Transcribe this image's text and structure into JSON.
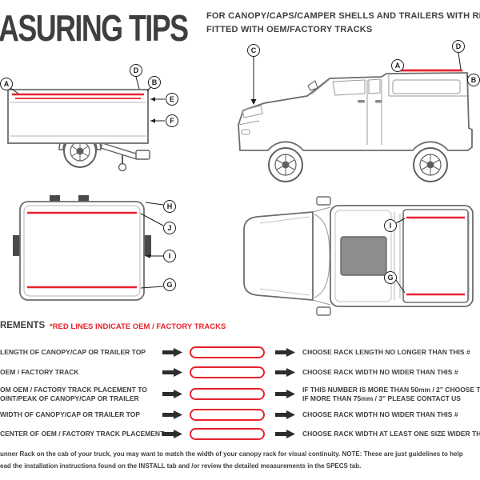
{
  "header": {
    "title": "ASURING TIPS",
    "subtitle_line1": "FOR CANOPY/CAPS/CAMPER SHELLS AND TRAILERS WITH RE",
    "subtitle_line2": "FITTED WITH OEM/FACTORY TRACKS"
  },
  "diagrams": {
    "trailer_side": {
      "callouts": [
        {
          "label": "A"
        },
        {
          "label": "D"
        },
        {
          "label": "B"
        },
        {
          "label": "E"
        },
        {
          "label": "F"
        }
      ]
    },
    "truck_side": {
      "callouts": [
        {
          "label": "C"
        },
        {
          "label": "A"
        },
        {
          "label": "D"
        },
        {
          "label": "B"
        }
      ]
    },
    "trailer_top": {
      "callouts": [
        {
          "label": "H"
        },
        {
          "label": "J"
        },
        {
          "label": "I"
        },
        {
          "label": "G"
        }
      ]
    },
    "truck_top": {
      "callouts": [
        {
          "label": "I"
        },
        {
          "label": "G"
        }
      ]
    }
  },
  "measurements": {
    "heading": "REMENTS",
    "legend": "*RED LINES INDICATE OEM / FACTORY TRACKS",
    "rows": [
      {
        "label": "LENGTH OF CANOPY/CAP OR TRAILER TOP",
        "result": "CHOOSE RACK LENGTH NO LONGER THAN THIS #"
      },
      {
        "label": "OEM / FACTORY TRACK",
        "result": "CHOOSE RACK WIDTH NO WIDER THAN THIS #"
      },
      {
        "label": "OM OEM / FACTORY TRACK PLACEMENT TO",
        "label2": "OINT/PEAK OF CANOPY/CAP OR TRAILER",
        "result": "IF THIS NUMBER IS MORE THAN 50mm / 2\" CHOOSE TH",
        "result2": "IF MORE THAN 75mm / 3\" PLEASE CONTACT US"
      },
      {
        "label": "WIDTH OF CANOPY/CAP OR TRAILER TOP",
        "result": "CHOOSE RACK WIDTH NO WIDER THAN THIS #"
      },
      {
        "label": "CENTER OF OEM / FACTORY TRACK PLACEMENT",
        "result": "CHOOSE RACK WIDTH AT LEAST ONE SIZE WIDER THA"
      }
    ]
  },
  "footnote": {
    "line1": "unner Rack on the cab of your truck, you may want to match the width of your canopy rack for visual continuity. NOTE: These are just guidelines to help",
    "line2": "ead the installation instructions found on the INSTALL tab and /or review the detailed measurements in the SPECS tab."
  },
  "colors": {
    "accent_red": "#e8222d",
    "text_dark": "#3f3f41",
    "line_gray": "#6e6e6e"
  }
}
